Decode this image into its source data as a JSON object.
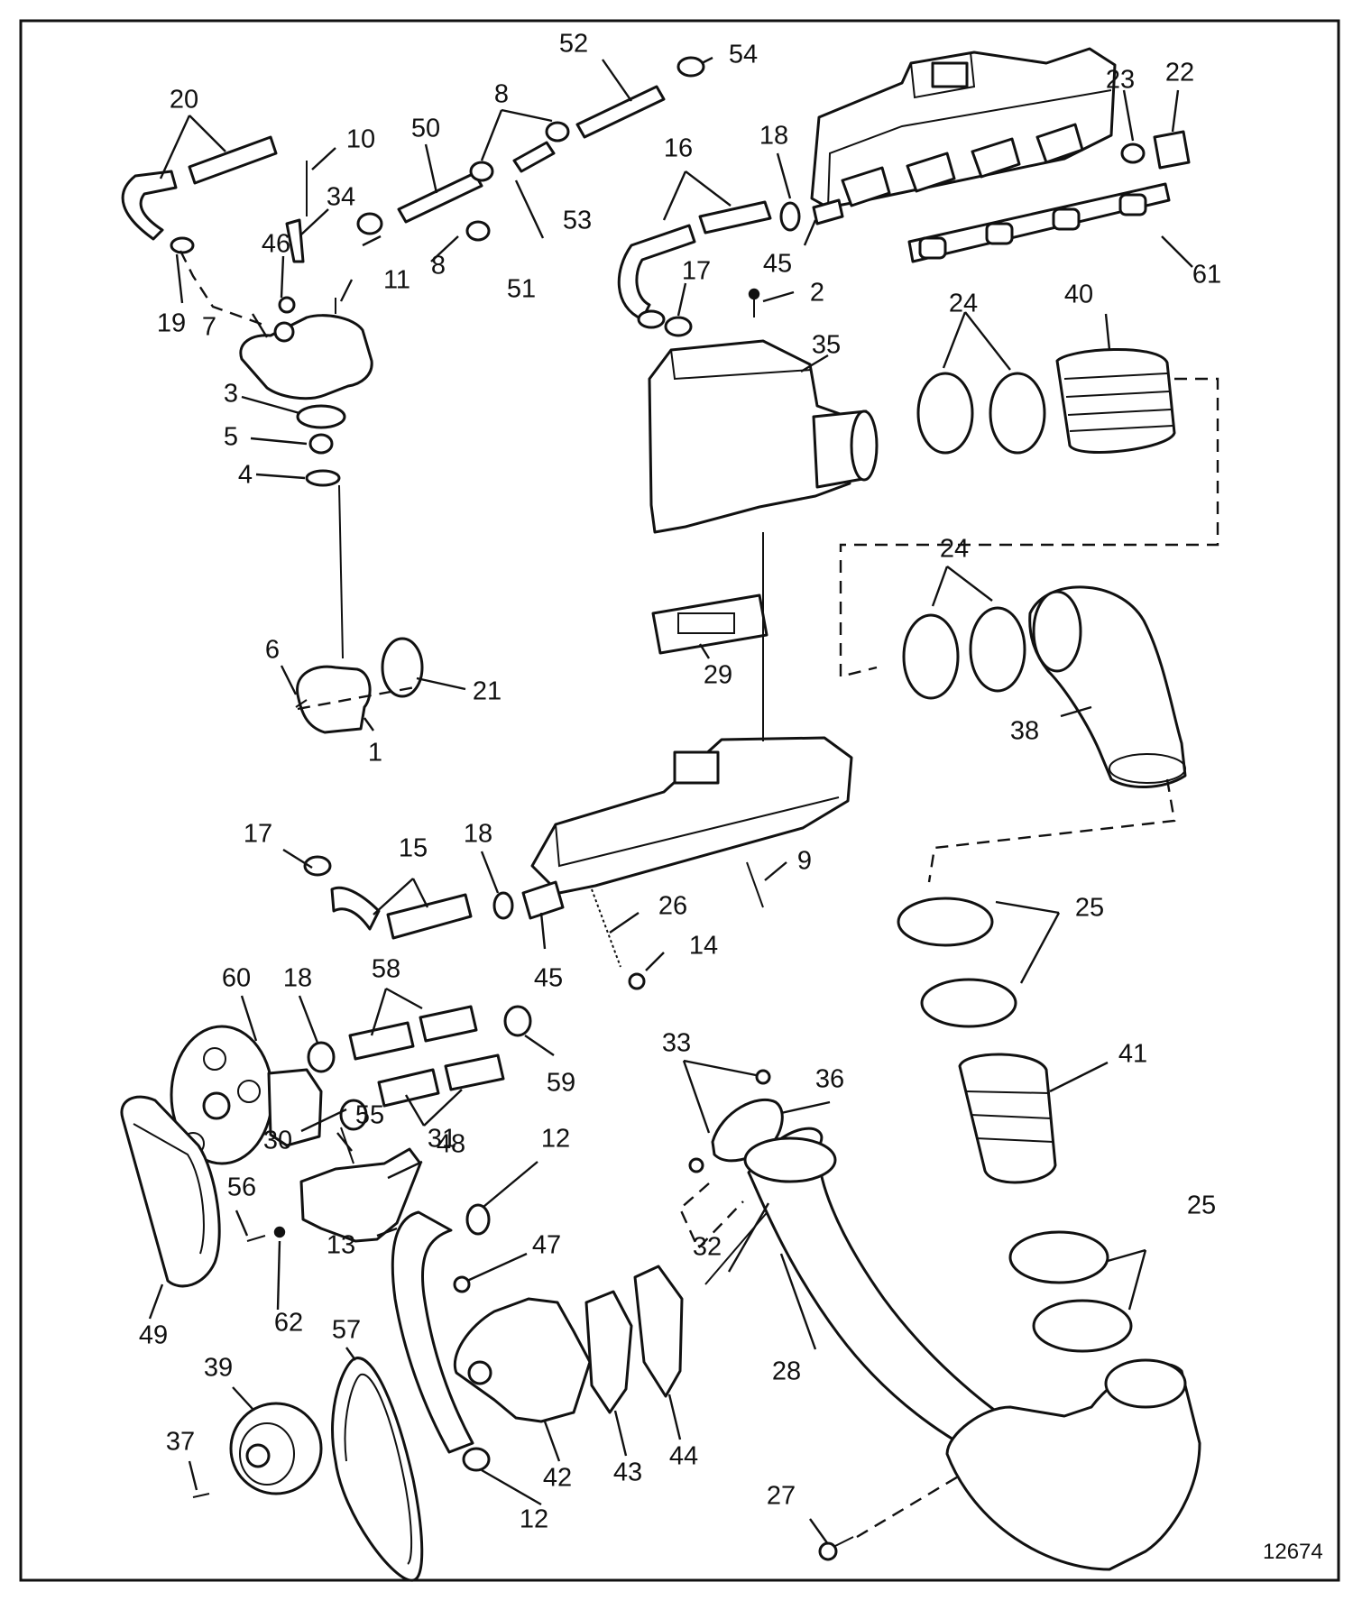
{
  "figure_number": "12674",
  "bottom_caption": "",
  "callouts": [
    "20",
    "10",
    "50",
    "8",
    "52",
    "54",
    "16",
    "18",
    "23",
    "22",
    "34",
    "46",
    "53",
    "8",
    "51",
    "45",
    "61",
    "19",
    "7",
    "11",
    "17",
    "2",
    "24",
    "40",
    "35",
    "3",
    "5",
    "4",
    "24",
    "29",
    "6",
    "21",
    "1",
    "38",
    "17",
    "15",
    "18",
    "9",
    "26",
    "25",
    "45",
    "14",
    "60",
    "18",
    "58",
    "59",
    "33",
    "36",
    "30",
    "31",
    "41",
    "55",
    "48",
    "12",
    "56",
    "13",
    "47",
    "25",
    "49",
    "62",
    "32",
    "57",
    "39",
    "28",
    "37",
    "42",
    "43",
    "44",
    "12",
    "27"
  ]
}
